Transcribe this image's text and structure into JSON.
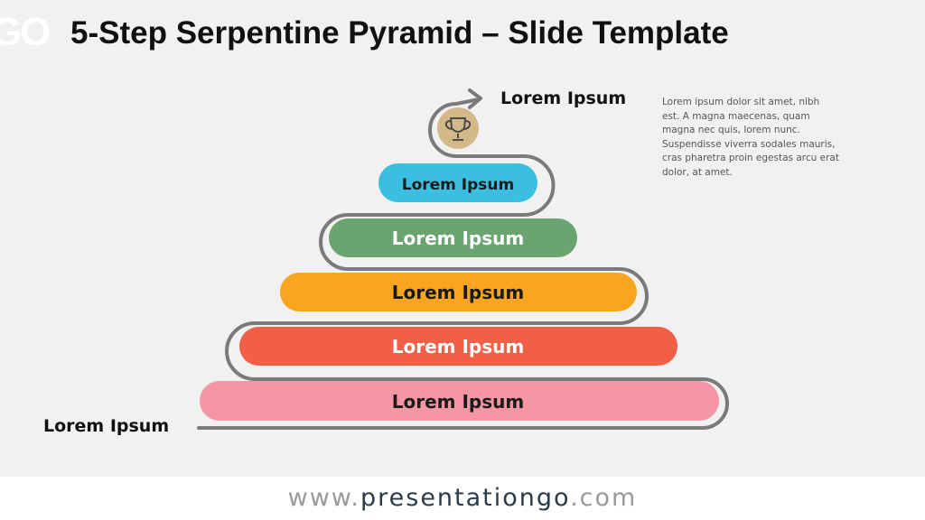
{
  "header": {
    "logo_text": "GO",
    "title": "5-Step Serpentine Pyramid – Slide Template"
  },
  "goal": {
    "icon": "trophy-icon",
    "label": "Lorem Ipsum",
    "description": "Lorem ipsum dolor sit amet, nibh est. A magna maecenas, quam magna nec quis, lorem nunc. Suspendisse viverra sodales mauris, cras pharetra proin egestas arcu erat dolor, at amet."
  },
  "start": {
    "label": "Lorem Ipsum"
  },
  "steps": [
    {
      "label": "Lorem Ipsum",
      "color": "#3bbfe0",
      "text_color": "#1a1a1a"
    },
    {
      "label": "Lorem Ipsum",
      "color": "#6aa471",
      "text_color": "#ffffff"
    },
    {
      "label": "Lorem Ipsum",
      "color": "#f9a51f",
      "text_color": "#1a1a1a"
    },
    {
      "label": "Lorem Ipsum",
      "color": "#f25f47",
      "text_color": "#ffffff"
    },
    {
      "label": "Lorem Ipsum",
      "color": "#f696a4",
      "text_color": "#1a1a1a"
    }
  ],
  "colors": {
    "path": "#7a7a7a",
    "trophy_circle": "#d3b98a",
    "trophy": "#4a4a4a"
  },
  "footer": {
    "prefix": "www.",
    "brand": "presentationgo",
    "suffix": ".com"
  }
}
